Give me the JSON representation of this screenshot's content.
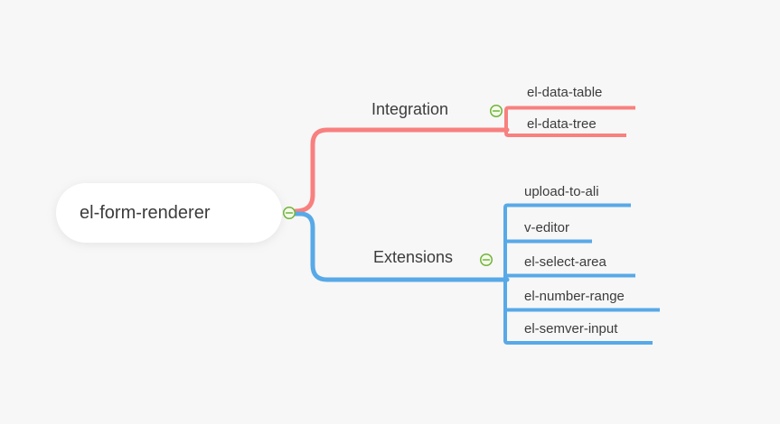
{
  "app": {
    "background": "#f7f7f7",
    "text_color": "#3c3c3c"
  },
  "mindmap": {
    "root": {
      "label": "el-form-renderer"
    },
    "branches": [
      {
        "label": "Integration",
        "color": "#f8807f",
        "children": [
          "el-data-table",
          "el-data-tree"
        ]
      },
      {
        "label": "Extensions",
        "color": "#58a9e7",
        "children": [
          "upload-to-ali",
          "v-editor",
          "el-select-area",
          "el-number-range",
          "el-semver-input"
        ]
      }
    ],
    "collapse_icon": {
      "color": "#72b33c",
      "fill": "#f3fae9"
    }
  }
}
